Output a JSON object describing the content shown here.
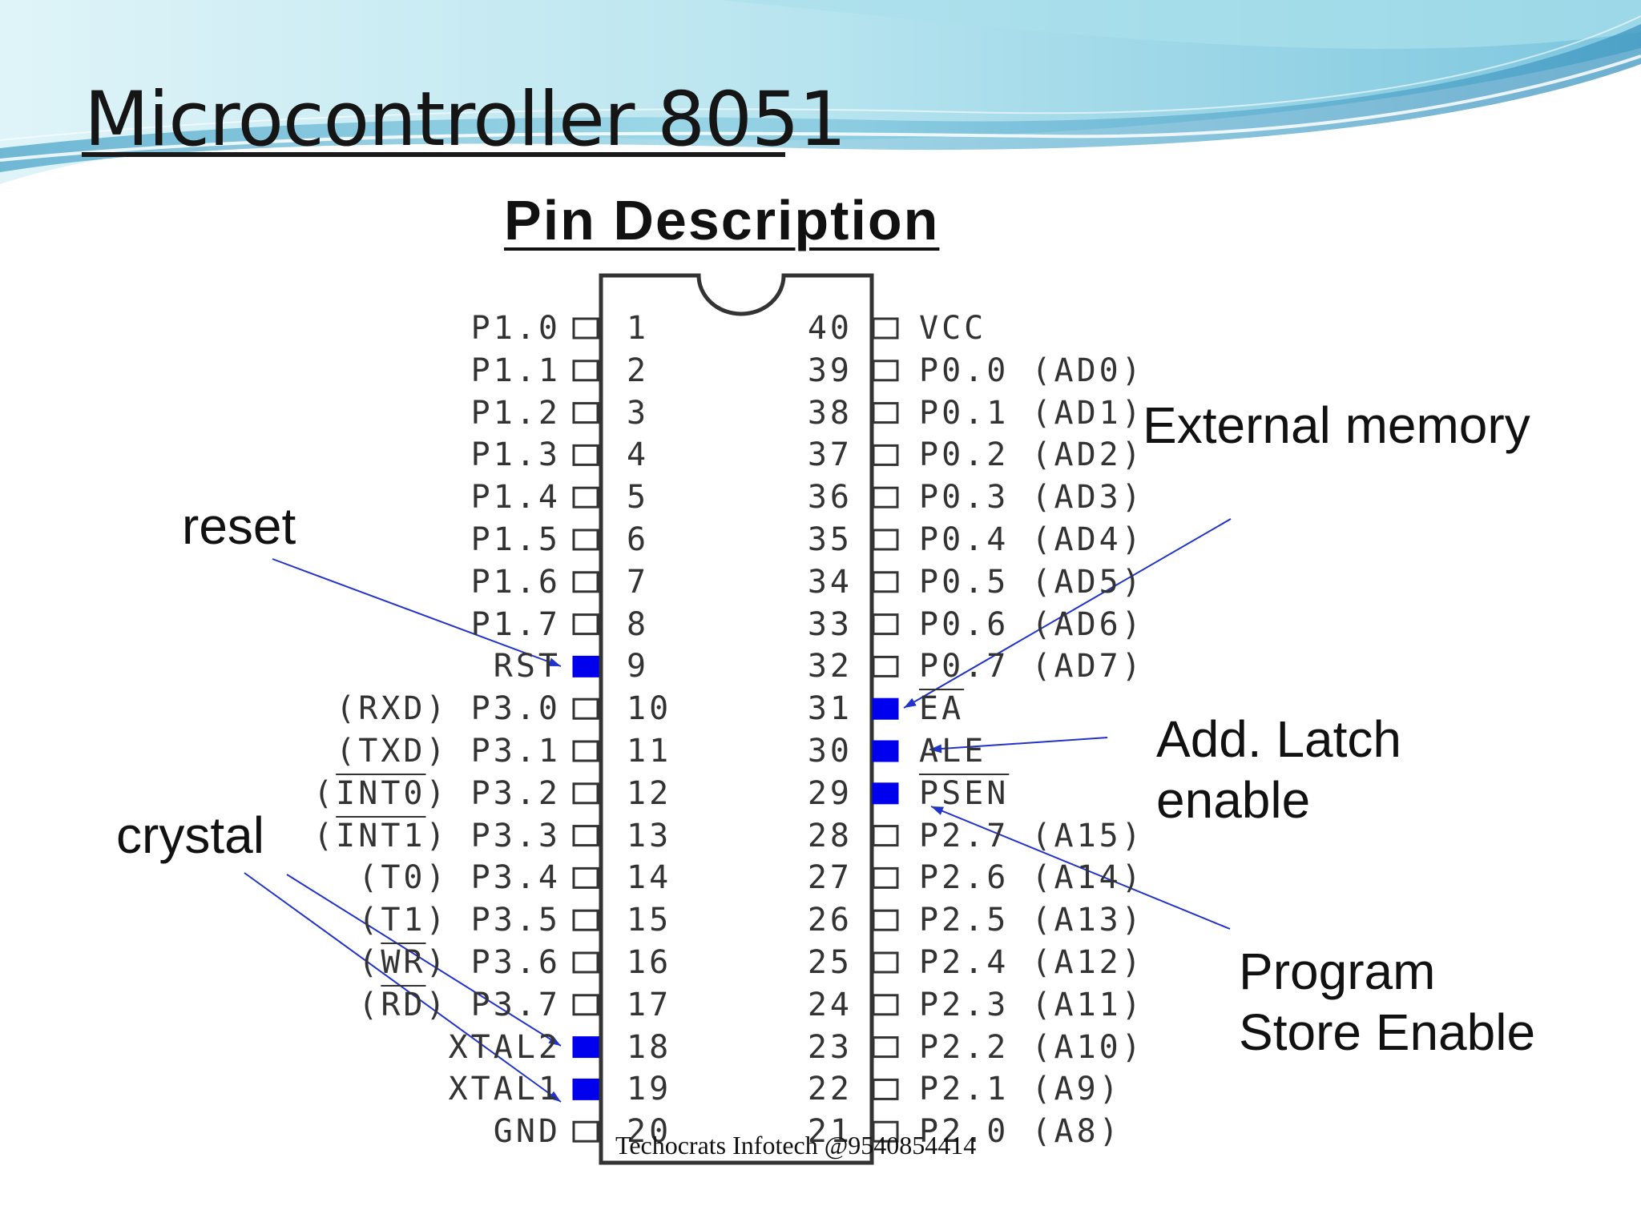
{
  "slide": {
    "title": "Microcontroller 8051",
    "subtitle": "Pin Description",
    "watermark": "Techocrats Infotech @9540854414"
  },
  "colors": {
    "highlight_pin": "#0000ee",
    "arrow": "#2233cc",
    "wave_light": "#c9ecf3",
    "wave_dark": "#5fb4d3"
  },
  "chip": {
    "left_pins": [
      {
        "num": "1",
        "name": "P1.0",
        "highlight": false
      },
      {
        "num": "2",
        "name": "P1.1",
        "highlight": false
      },
      {
        "num": "3",
        "name": "P1.2",
        "highlight": false
      },
      {
        "num": "4",
        "name": "P1.3",
        "highlight": false
      },
      {
        "num": "5",
        "name": "P1.4",
        "highlight": false
      },
      {
        "num": "6",
        "name": "P1.5",
        "highlight": false
      },
      {
        "num": "7",
        "name": "P1.6",
        "highlight": false
      },
      {
        "num": "8",
        "name": "P1.7",
        "highlight": false
      },
      {
        "num": "9",
        "name": "RST",
        "highlight": true
      },
      {
        "num": "10",
        "name": "(RXD) P3.0",
        "highlight": false
      },
      {
        "num": "11",
        "name": "(TXD) P3.1",
        "highlight": false
      },
      {
        "num": "12",
        "name": "(INT0) P3.2",
        "overline": "INT0",
        "highlight": false
      },
      {
        "num": "13",
        "name": "(INT1) P3.3",
        "overline": "INT1",
        "highlight": false
      },
      {
        "num": "14",
        "name": "(T0) P3.4",
        "highlight": false
      },
      {
        "num": "15",
        "name": "(T1) P3.5",
        "highlight": false
      },
      {
        "num": "16",
        "name": "(WR) P3.6",
        "overline": "WR",
        "highlight": false
      },
      {
        "num": "17",
        "name": "(RD) P3.7",
        "overline": "RD",
        "highlight": false
      },
      {
        "num": "18",
        "name": "XTAL2",
        "highlight": true
      },
      {
        "num": "19",
        "name": "XTAL1",
        "highlight": true
      },
      {
        "num": "20",
        "name": "GND",
        "highlight": false
      }
    ],
    "right_pins": [
      {
        "num": "40",
        "name": "VCC",
        "highlight": false
      },
      {
        "num": "39",
        "name": "P0.0 (AD0)",
        "highlight": false
      },
      {
        "num": "38",
        "name": "P0.1 (AD1)",
        "highlight": false
      },
      {
        "num": "37",
        "name": "P0.2 (AD2)",
        "highlight": false
      },
      {
        "num": "36",
        "name": "P0.3 (AD3)",
        "highlight": false
      },
      {
        "num": "35",
        "name": "P0.4 (AD4)",
        "highlight": false
      },
      {
        "num": "34",
        "name": "P0.5 (AD5)",
        "highlight": false
      },
      {
        "num": "33",
        "name": "P0.6 (AD6)",
        "highlight": false
      },
      {
        "num": "32",
        "name": "P0.7 (AD7)",
        "highlight": false
      },
      {
        "num": "31",
        "name": "EA",
        "overline": "EA",
        "highlight": true
      },
      {
        "num": "30",
        "name": "ALE",
        "highlight": true
      },
      {
        "num": "29",
        "name": "PSEN",
        "overline": "PSEN",
        "highlight": true
      },
      {
        "num": "28",
        "name": "P2.7 (A15)",
        "highlight": false
      },
      {
        "num": "27",
        "name": "P2.6 (A14)",
        "highlight": false
      },
      {
        "num": "26",
        "name": "P2.5 (A13)",
        "highlight": false
      },
      {
        "num": "25",
        "name": "P2.4 (A12)",
        "highlight": false
      },
      {
        "num": "24",
        "name": "P2.3 (A11)",
        "highlight": false
      },
      {
        "num": "23",
        "name": "P2.2 (A10)",
        "highlight": false
      },
      {
        "num": "22",
        "name": "P2.1 (A9)",
        "highlight": false
      },
      {
        "num": "21",
        "name": "P2.0 (A8)",
        "highlight": false
      }
    ]
  },
  "callouts": {
    "reset": "reset",
    "crystal": "crystal",
    "external_memory": "External memory",
    "latch_line1": "Add. Latch",
    "latch_line2": "enable",
    "pse_line1": "Program",
    "pse_line2": "Store Enable"
  }
}
